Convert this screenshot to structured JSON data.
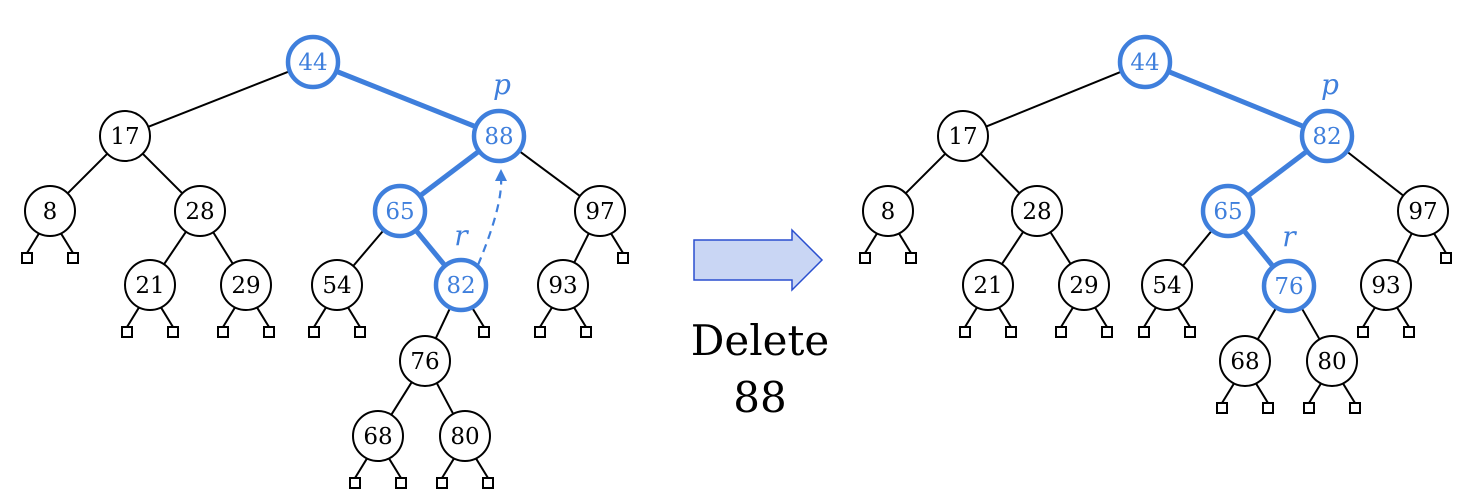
{
  "colors": {
    "highlight": "#3f7fdc",
    "arrow_fill": "#c9d6f4",
    "arrow_stroke": "#2a4fcf"
  },
  "operation": {
    "line1": "Delete",
    "line2": "88"
  },
  "before": {
    "nodes": [
      {
        "key": "44",
        "parent": null,
        "hl": true
      },
      {
        "key": "17",
        "parent": "44",
        "hl": false
      },
      {
        "key": "88",
        "parent": "44",
        "hl": true,
        "label": "p"
      },
      {
        "key": "8",
        "parent": "17",
        "hl": false
      },
      {
        "key": "28",
        "parent": "17",
        "hl": false
      },
      {
        "key": "21",
        "parent": "28",
        "hl": false
      },
      {
        "key": "29",
        "parent": "28",
        "hl": false
      },
      {
        "key": "65",
        "parent": "88",
        "hl": true
      },
      {
        "key": "97",
        "parent": "88",
        "hl": false
      },
      {
        "key": "54",
        "parent": "65",
        "hl": false
      },
      {
        "key": "82",
        "parent": "65",
        "hl": true,
        "label": "r"
      },
      {
        "key": "76",
        "parent": "82",
        "hl": false
      },
      {
        "key": "68",
        "parent": "76",
        "hl": false
      },
      {
        "key": "80",
        "parent": "76",
        "hl": false
      },
      {
        "key": "93",
        "parent": "97",
        "hl": false
      }
    ],
    "dashed_from": "82",
    "dashed_to": "88"
  },
  "after": {
    "nodes": [
      {
        "key": "44",
        "parent": null,
        "hl": true
      },
      {
        "key": "17",
        "parent": "44",
        "hl": false
      },
      {
        "key": "82",
        "parent": "44",
        "hl": true,
        "label": "p"
      },
      {
        "key": "8",
        "parent": "17",
        "hl": false
      },
      {
        "key": "28",
        "parent": "17",
        "hl": false
      },
      {
        "key": "21",
        "parent": "28",
        "hl": false
      },
      {
        "key": "29",
        "parent": "28",
        "hl": false
      },
      {
        "key": "65",
        "parent": "82",
        "hl": true
      },
      {
        "key": "97",
        "parent": "82",
        "hl": false
      },
      {
        "key": "54",
        "parent": "65",
        "hl": false
      },
      {
        "key": "76",
        "parent": "65",
        "hl": true,
        "label": "r"
      },
      {
        "key": "68",
        "parent": "76",
        "hl": false
      },
      {
        "key": "80",
        "parent": "76",
        "hl": false
      },
      {
        "key": "93",
        "parent": "97",
        "hl": false
      }
    ]
  }
}
